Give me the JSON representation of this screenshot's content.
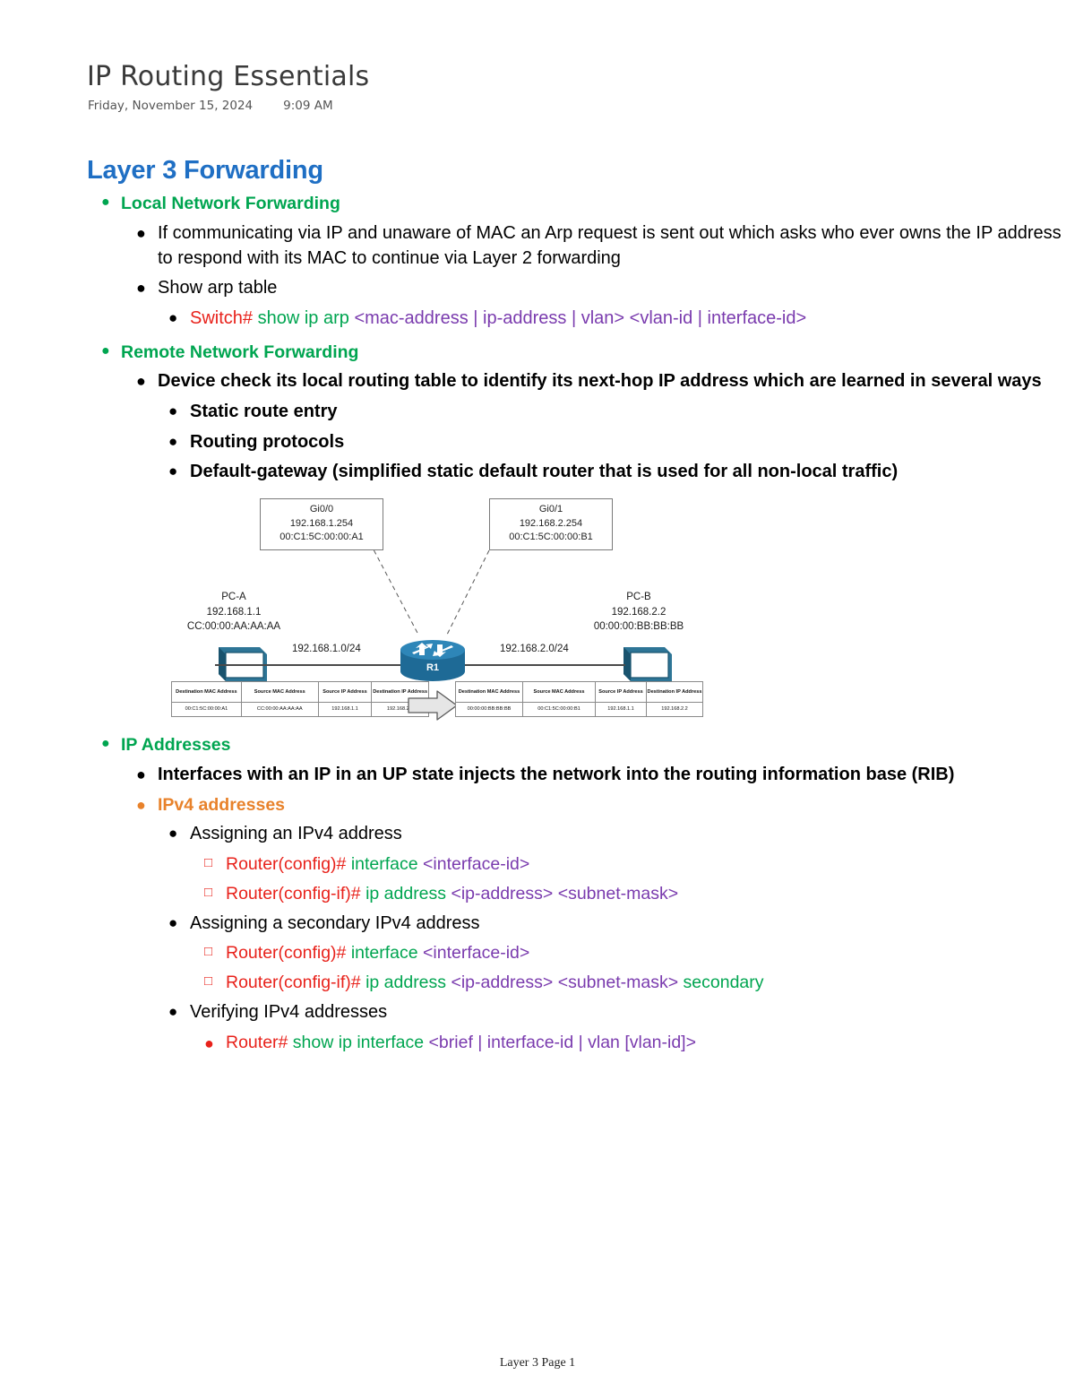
{
  "document": {
    "title": "IP Routing Essentials",
    "date": "Friday, November 15, 2024",
    "time": "9:09 AM",
    "footer": "Layer 3 Page 1"
  },
  "colors": {
    "heading_blue": "#1F6FC4",
    "green": "#00A550",
    "orange": "#E8822B",
    "red": "#E8221B",
    "purple": "#7A3BAE"
  },
  "outline": {
    "heading": "Layer 3 Forwarding",
    "local_network_forwarding": "Local Network Forwarding",
    "arp_explanation": "If communicating via IP and unaware of MAC an Arp request is sent out which asks who ever owns the IP address to respond with its MAC to continue via Layer 2 forwarding",
    "show_arp_table": "Show arp table",
    "cmd_show_ip_arp": {
      "prompt": "Switch#",
      "command": "show ip arp",
      "params": "<mac-address | ip-address | vlan> <vlan-id | interface-id>"
    },
    "remote_network_forwarding": "Remote Network Forwarding",
    "device_check": "Device check its local routing table to identify its next-hop IP address which are learned in several ways",
    "learn_ways": [
      "Static route entry",
      "Routing protocols",
      "Default-gateway (simplified static default router that is used for all non-local traffic)"
    ],
    "ip_addresses": "IP Addresses",
    "interfaces_up": "Interfaces with an IP in an UP state injects the network into the routing information base (RIB)",
    "ipv4_addresses": "IPv4 addresses",
    "assigning_ipv4": "Assigning an IPv4 address",
    "cmd_interface": {
      "prompt": "Router(config)#",
      "command": "interface",
      "params": "<interface-id>"
    },
    "cmd_ip_address": {
      "prompt": "Router(config-if)#",
      "command": "ip address",
      "params": "<ip-address> <subnet-mask>"
    },
    "assigning_secondary_ipv4": "Assigning a secondary IPv4 address",
    "cmd_interface2": {
      "prompt": "Router(config)#",
      "command": "interface",
      "params": "<interface-id>"
    },
    "cmd_ip_address_secondary": {
      "prompt": "Router(config-if)#",
      "command": "ip address",
      "params": "<ip-address> <subnet-mask>",
      "suffix": "secondary"
    },
    "verifying_ipv4": "Verifying IPv4 addresses",
    "cmd_show_ip_interface": {
      "prompt": "Router#",
      "command": "show ip interface",
      "params": "<brief | interface-id | vlan [vlan-id]>"
    }
  },
  "diagram": {
    "interface_left": {
      "name": "Gi0/0",
      "ip": "192.168.1.254",
      "mac": "00:C1:5C:00:00:A1"
    },
    "interface_right": {
      "name": "Gi0/1",
      "ip": "192.168.2.254",
      "mac": "00:C1:5C:00:00:B1"
    },
    "pc_a": {
      "name": "PC-A",
      "ip": "192.168.1.1",
      "mac": "CC:00:00:AA:AA:AA"
    },
    "pc_b": {
      "name": "PC-B",
      "ip": "192.168.2.2",
      "mac": "00:00:00:BB:BB:BB"
    },
    "router_name": "R1",
    "subnet_left": "192.168.1.0/24",
    "subnet_right": "192.168.2.0/24",
    "packet_table_headers": [
      "Destination MAC Address",
      "Source MAC Address",
      "Source IP Address",
      "Destination IP Address"
    ],
    "packet_left_row": [
      "00:C1:5C:00:00:A1",
      "CC:00:00:AA:AA:AA",
      "192.168.1.1",
      "192.168.2.2"
    ],
    "packet_right_row": [
      "00:00:00:BB:BB:BB",
      "00:C1:5C:00:00:B1",
      "192.168.1.1",
      "192.168.2.2"
    ]
  }
}
